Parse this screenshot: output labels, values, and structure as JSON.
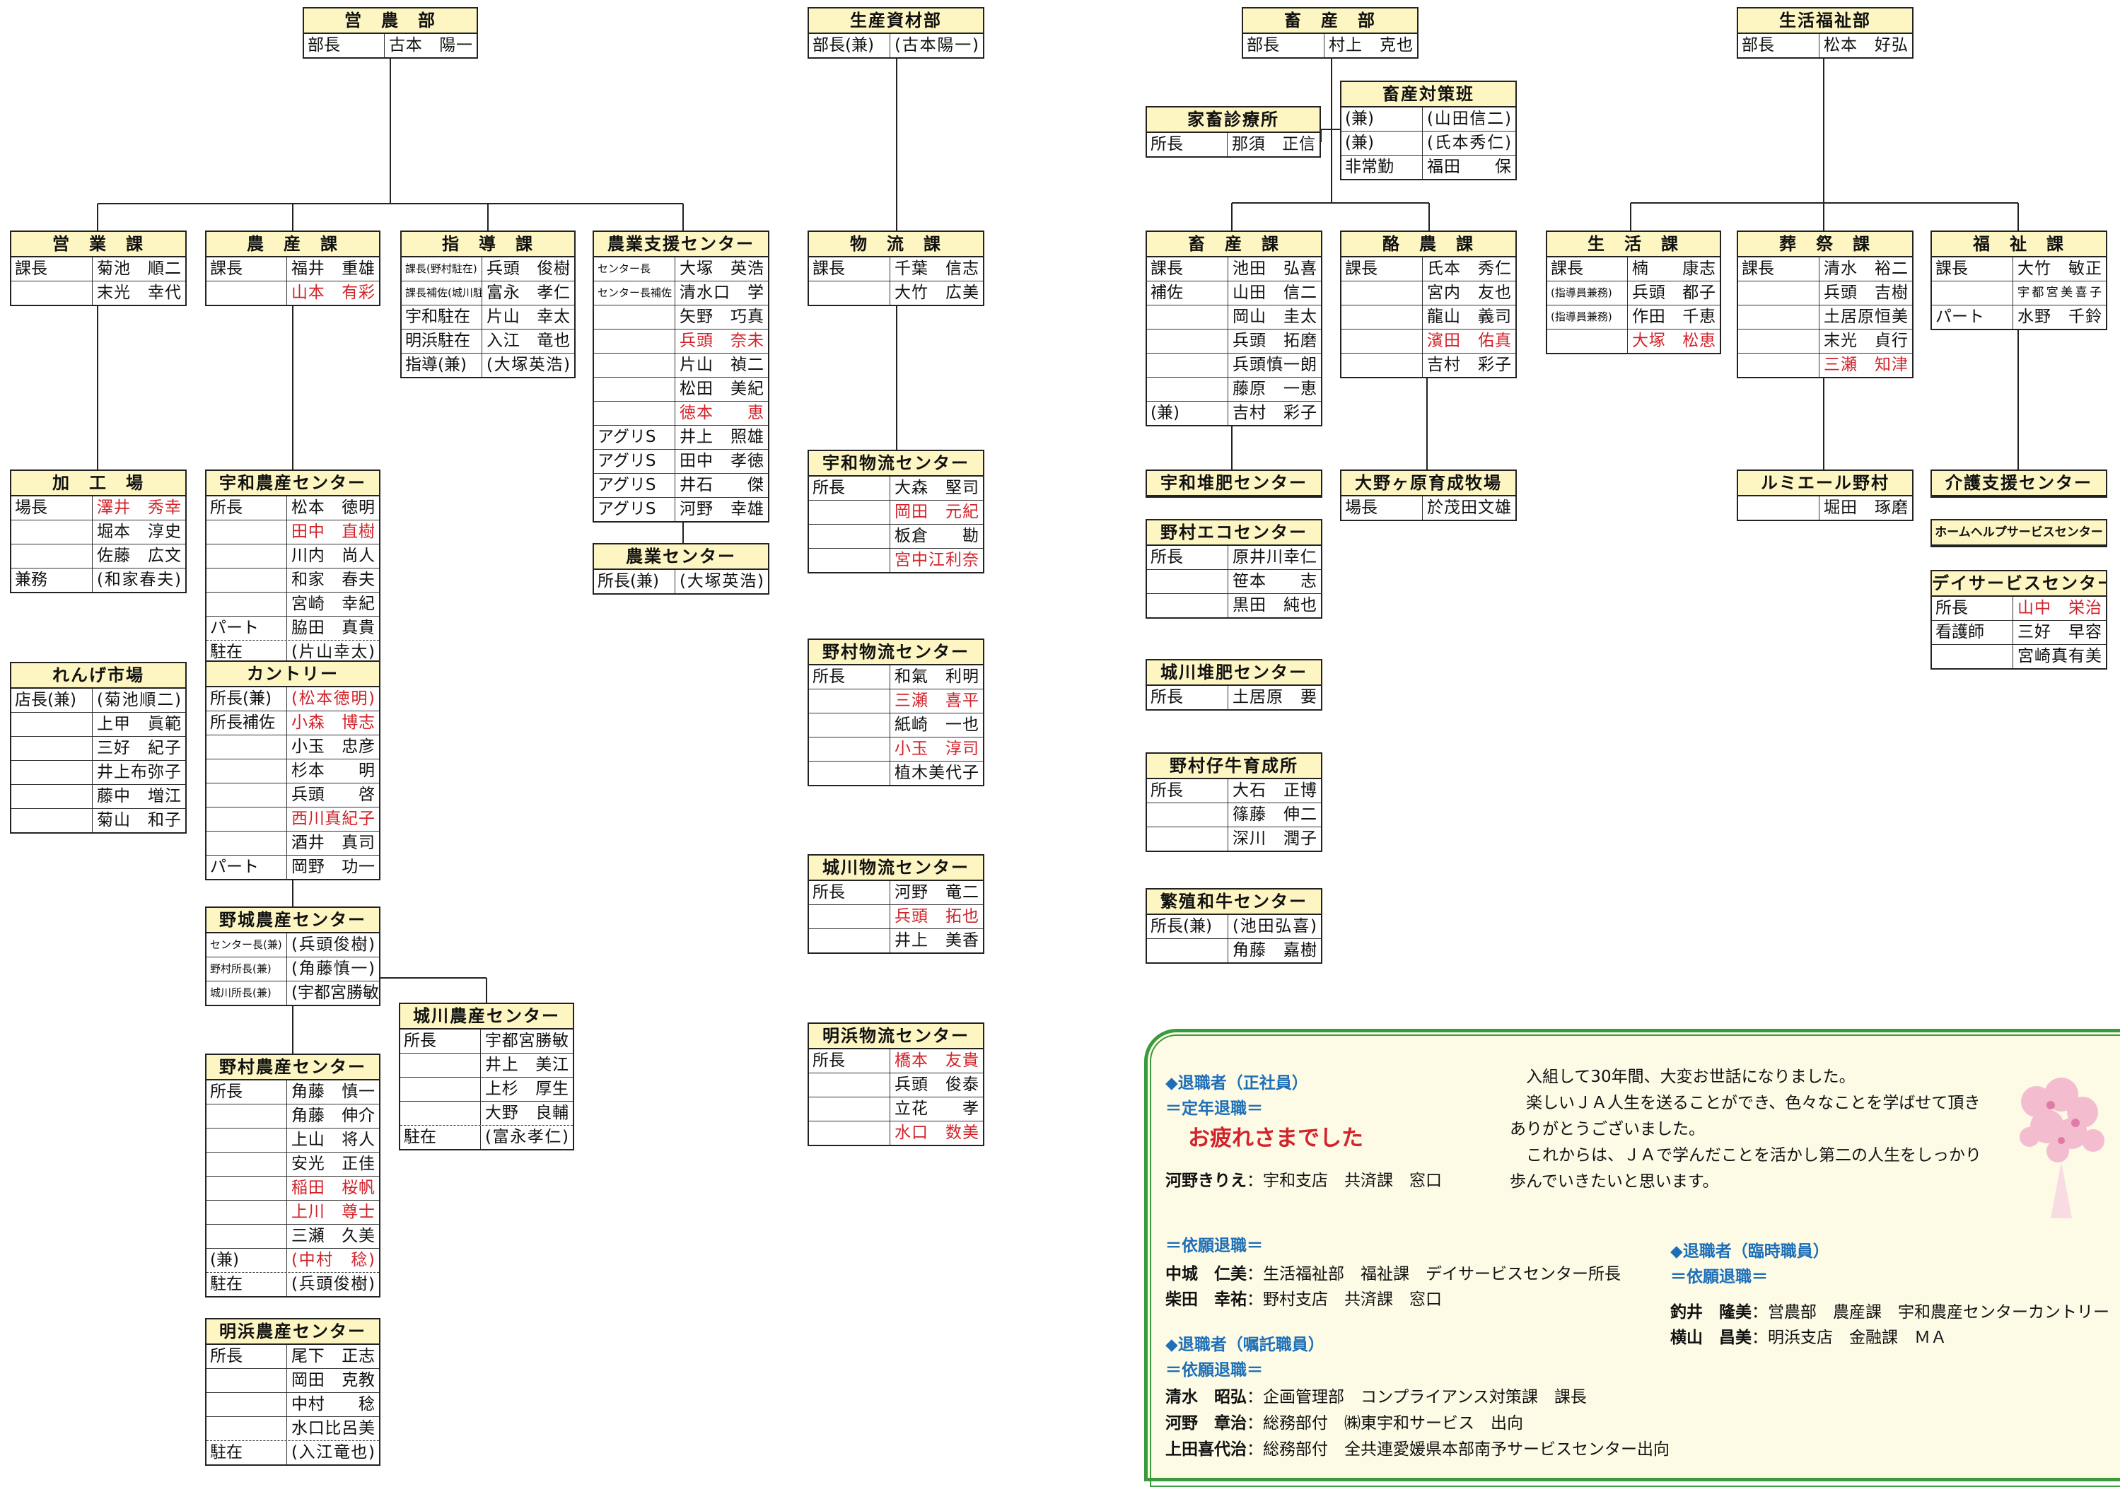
{
  "boxes": [
    {
      "id": "eino-bu",
      "title": "営　農　部",
      "rows": [
        [
          "部長",
          "古本　陽一"
        ]
      ]
    },
    {
      "id": "seisan-shizai-bu",
      "title": "生産資材部",
      "rows": [
        [
          "部長(兼)",
          "(古本陽一)"
        ]
      ]
    },
    {
      "id": "eigyo-ka",
      "title": "営　業　課",
      "rows": [
        [
          "課長",
          "菊池　順二"
        ],
        [
          "",
          "末光　幸代"
        ]
      ]
    },
    {
      "id": "nosan-ka",
      "title": "農　産　課",
      "rows": [
        [
          "課長",
          "福井　重雄"
        ],
        [
          "",
          "山本　有彩"
        ]
      ],
      "red": [
        1
      ]
    },
    {
      "id": "shido-ka",
      "title": "指　導　課",
      "rows": [
        [
          "課長(野村駐在)",
          "兵頭　俊樹"
        ],
        [
          "課長補佐(城川駐在)",
          "富永　孝仁"
        ],
        [
          "宇和駐在",
          "片山　幸太"
        ],
        [
          "明浜駐在",
          "入江　竜也"
        ],
        [
          "指導(兼)",
          "(大塚英浩)"
        ]
      ],
      "small": [
        0,
        1
      ]
    },
    {
      "id": "nogyo-shien-center",
      "title": "農業支援センター",
      "rows": [
        [
          "センター長",
          "大塚　英浩"
        ],
        [
          "センター長補佐",
          "清水口　学"
        ],
        [
          "",
          "矢野　巧真"
        ],
        [
          "",
          "兵頭　奈未"
        ],
        [
          "",
          "片山　禎二"
        ],
        [
          "",
          "松田　美紀"
        ],
        [
          "",
          "徳本　　恵"
        ],
        [
          "アグリS",
          "井上　照雄"
        ],
        [
          "アグリS",
          "田中　孝徳"
        ],
        [
          "アグリS",
          "井石　　傑"
        ],
        [
          "アグリS",
          "河野　幸雄"
        ]
      ],
      "red": [
        3,
        6
      ],
      "small": [
        0,
        1
      ]
    },
    {
      "id": "nogyo-center",
      "title": "農業センター",
      "rows": [
        [
          "所長(兼)",
          "(大塚英浩)"
        ]
      ]
    },
    {
      "id": "butsuryu-ka",
      "title": "物　流　課",
      "rows": [
        [
          "課長",
          "千葉　信志"
        ],
        [
          "",
          "大竹　広美"
        ]
      ]
    },
    {
      "id": "uwa-butsuryu",
      "title": "宇和物流センター",
      "rows": [
        [
          "所長",
          "大森　堅司"
        ],
        [
          "",
          "岡田　元紀"
        ],
        [
          "",
          "板倉　　勘"
        ],
        [
          "",
          "宮中江利奈"
        ]
      ],
      "red": [
        1,
        3
      ]
    },
    {
      "id": "nomura-butsuryu",
      "title": "野村物流センター",
      "rows": [
        [
          "所長",
          "和氣　利明"
        ],
        [
          "",
          "三瀬　喜平"
        ],
        [
          "",
          "紙崎　一也"
        ],
        [
          "",
          "小玉　淳司"
        ],
        [
          "",
          "植木美代子"
        ]
      ],
      "red": [
        1,
        3
      ]
    },
    {
      "id": "shirokawa-butsuryu",
      "title": "城川物流センター",
      "rows": [
        [
          "所長",
          "河野　竜二"
        ],
        [
          "",
          "兵頭　拓也"
        ],
        [
          "",
          "井上　美香"
        ]
      ],
      "red": [
        1
      ]
    },
    {
      "id": "akehama-butsuryu",
      "title": "明浜物流センター",
      "rows": [
        [
          "所長",
          "橋本　友貴"
        ],
        [
          "",
          "兵頭　俊泰"
        ],
        [
          "",
          "立花　　孝"
        ],
        [
          "",
          "水口　数美"
        ]
      ],
      "red": [
        0,
        3
      ]
    },
    {
      "id": "kakojo",
      "title": "加　工　場",
      "rows": [
        [
          "場長",
          "澤井　秀幸"
        ],
        [
          "",
          "堀本　淳史"
        ],
        [
          "",
          "佐藤　広文"
        ],
        [
          "兼務",
          "(和家春夫)"
        ]
      ],
      "red": [
        0
      ]
    },
    {
      "id": "renge-ichiba",
      "title": "れんげ市場",
      "rows": [
        [
          "店長(兼)",
          "(菊池順二)"
        ],
        [
          "",
          "上甲　眞範"
        ],
        [
          "",
          "三好　紀子"
        ],
        [
          "",
          "井上布弥子"
        ],
        [
          "",
          "藤中　増江"
        ],
        [
          "",
          "菊山　和子"
        ]
      ]
    },
    {
      "id": "uwa-nosan",
      "title": "宇和農産センター",
      "rows": [
        [
          "所長",
          "松本　徳明"
        ],
        [
          "",
          "田中　直樹"
        ],
        [
          "",
          "川内　尚人"
        ],
        [
          "",
          "和家　春夫"
        ],
        [
          "",
          "宮崎　幸紀"
        ],
        [
          "パート",
          "脇田　真貴"
        ],
        [
          "駐在",
          "(片山幸太)"
        ]
      ],
      "red": [
        1
      ],
      "dash": [
        6
      ]
    },
    {
      "id": "country",
      "title": "カントリー",
      "rows": [
        [
          "所長(兼)",
          "(松本徳明)"
        ],
        [
          "所長補佐",
          "小森　博志"
        ],
        [
          "",
          "小玉　忠彦"
        ],
        [
          "",
          "杉本　　明"
        ],
        [
          "",
          "兵頭　　啓"
        ],
        [
          "",
          "西川真紀子"
        ],
        [
          "",
          "酒井　真司"
        ],
        [
          "パート",
          "岡野　功一"
        ]
      ],
      "red": [
        0,
        1,
        5
      ]
    },
    {
      "id": "yashiro-nosan",
      "title": "野城農産センター",
      "rows": [
        [
          "センター長(兼)",
          "(兵頭俊樹)"
        ],
        [
          "野村所長(兼)",
          "(角藤慎一)"
        ],
        [
          "城川所長(兼)",
          "(宇都宮勝敏)"
        ]
      ],
      "small": [
        0,
        1,
        2
      ]
    },
    {
      "id": "shirokawa-nosan",
      "title": "城川農産センター",
      "rows": [
        [
          "所長",
          "宇都宮勝敏"
        ],
        [
          "",
          "井上　美江"
        ],
        [
          "",
          "上杉　厚生"
        ],
        [
          "",
          "大野　良輔"
        ],
        [
          "駐在",
          "(富永孝仁)"
        ]
      ],
      "dash": [
        4
      ]
    },
    {
      "id": "nomura-nosan",
      "title": "野村農産センター",
      "rows": [
        [
          "所長",
          "角藤　慎一"
        ],
        [
          "",
          "角藤　伸介"
        ],
        [
          "",
          "上山　将人"
        ],
        [
          "",
          "安光　正佳"
        ],
        [
          "",
          "稲田　桜帆"
        ],
        [
          "",
          "上川　尊士"
        ],
        [
          "",
          "三瀬　久美"
        ],
        [
          "(兼)",
          "(中村　稔)"
        ],
        [
          "駐在",
          "(兵頭俊樹)"
        ]
      ],
      "red": [
        4,
        5,
        7
      ],
      "dash": [
        8
      ]
    },
    {
      "id": "akehama-nosan",
      "title": "明浜農産センター",
      "rows": [
        [
          "所長",
          "尾下　正志"
        ],
        [
          "",
          "岡田　克教"
        ],
        [
          "",
          "中村　　稔"
        ],
        [
          "",
          "水口比呂美"
        ],
        [
          "駐在",
          "(入江竜也)"
        ]
      ],
      "dash": [
        4
      ]
    },
    {
      "id": "chikusan-bu",
      "title": "畜　産　部",
      "rows": [
        [
          "部長",
          "村上　克也"
        ]
      ]
    },
    {
      "id": "kachiku-shinryo",
      "title": "家畜診療所",
      "rows": [
        [
          "所長",
          "那須　正信"
        ]
      ]
    },
    {
      "id": "chikusan-taisaku",
      "title": "畜産対策班",
      "rows": [
        [
          "(兼)",
          "(山田信二)"
        ],
        [
          "(兼)",
          "(氏本秀仁)"
        ],
        [
          "非常勤",
          "福田　　保"
        ]
      ]
    },
    {
      "id": "chikusan-ka",
      "title": "畜　産　課",
      "rows": [
        [
          "課長",
          "池田　弘喜"
        ],
        [
          "補佐",
          "山田　信二"
        ],
        [
          "",
          "岡山　圭太"
        ],
        [
          "",
          "兵頭　拓磨"
        ],
        [
          "",
          "兵頭慎一朗"
        ],
        [
          "",
          "藤原　一恵"
        ],
        [
          "(兼)",
          "吉村　彩子"
        ]
      ]
    },
    {
      "id": "rakuno-ka",
      "title": "酪　農　課",
      "rows": [
        [
          "課長",
          "氏本　秀仁"
        ],
        [
          "",
          "宮内　友也"
        ],
        [
          "",
          "龍山　義司"
        ],
        [
          "",
          "濱田　佑真"
        ],
        [
          "",
          "吉村　彩子"
        ]
      ],
      "red": [
        3
      ]
    },
    {
      "id": "uwa-taihi",
      "title": "宇和堆肥センター",
      "rows": []
    },
    {
      "id": "onogahara",
      "title": "大野ヶ原育成牧場",
      "rows": [
        [
          "場長",
          "於茂田文雄"
        ]
      ]
    },
    {
      "id": "nomura-eco",
      "title": "野村エコセンター",
      "rows": [
        [
          "所長",
          "原井川幸仁"
        ],
        [
          "",
          "笹本　　志"
        ],
        [
          "",
          "黒田　純也"
        ]
      ]
    },
    {
      "id": "shirokawa-taihi",
      "title": "城川堆肥センター",
      "rows": [
        [
          "所長",
          "土居原　要"
        ]
      ]
    },
    {
      "id": "nomura-koushi",
      "title": "野村仔牛育成所",
      "rows": [
        [
          "所長",
          "大石　正博"
        ],
        [
          "",
          "篠藤　伸二"
        ],
        [
          "",
          "深川　潤子"
        ]
      ]
    },
    {
      "id": "hanshoku-wagyu",
      "title": "繁殖和牛センター",
      "rows": [
        [
          "所長(兼)",
          "(池田弘喜)"
        ],
        [
          "",
          "角藤　嘉樹"
        ]
      ]
    },
    {
      "id": "seikatsu-fukushi-bu",
      "title": "生活福祉部",
      "rows": [
        [
          "部長",
          "松本　好弘"
        ]
      ]
    },
    {
      "id": "seikatsu-ka",
      "title": "生　活　課",
      "rows": [
        [
          "課長",
          "楠　　康志"
        ],
        [
          "(指導員兼務)",
          "兵頭　都子"
        ],
        [
          "(指導員兼務)",
          "作田　千恵"
        ],
        [
          "",
          "大塚　松恵"
        ]
      ],
      "red": [
        3
      ],
      "small": [
        1,
        2
      ]
    },
    {
      "id": "sosai-ka",
      "title": "葬　祭　課",
      "rows": [
        [
          "課長",
          "清水　裕二"
        ],
        [
          "",
          "兵頭　吉樹"
        ],
        [
          "",
          "土居原恒美"
        ],
        [
          "",
          "末光　貞行"
        ],
        [
          "",
          "三瀬　知津"
        ]
      ],
      "red": [
        4
      ]
    },
    {
      "id": "fukushi-ka",
      "title": "福　祉　課",
      "rows": [
        [
          "課長",
          "大竹　敏正"
        ],
        [
          "",
          "宇都宮美喜子"
        ],
        [
          "パート",
          "水野　千鈴"
        ]
      ],
      "small2": [
        1
      ]
    },
    {
      "id": "lumiere",
      "title": "ルミエール野村",
      "rows": [
        [
          "",
          "堀田　琢磨"
        ]
      ]
    },
    {
      "id": "kaigo-shien",
      "title": "介護支援センター",
      "rows": []
    },
    {
      "id": "homehelp",
      "title": "ホームヘルプサービスセンター",
      "rows": [],
      "smallhdr": true
    },
    {
      "id": "dayservice",
      "title": "デイサービスセンター",
      "rows": [
        [
          "所長",
          "山中　栄治"
        ],
        [
          "看護師",
          "三好　早容"
        ],
        [
          "",
          "宮崎真有美"
        ]
      ],
      "red": [
        0
      ]
    }
  ],
  "notice": {
    "regular_heading": "◆退職者（正社員）",
    "teinen_heading": "＝定年退職＝",
    "tired_text": "お疲れさまでした",
    "kono_name": "河野きりえ",
    "kono_dept": "：宇和支店　共済課　窓口",
    "message": [
      "　入組して30年間、大変お世話になりました。",
      "　楽しいＪＡ人生を送ることができ、色々なことを学ばせて頂き",
      "ありがとうございました。",
      "　これからは、ＪＡで学んだことを活かし第二の人生をしっかり",
      "歩んでいきたいと思います。"
    ],
    "irai_heading": "＝依願退職＝",
    "nakajo_name": "中城　仁美",
    "nakajo_dept": "：生活福祉部　福祉課　デイサービスセンター所長",
    "shibata_name": "柴田　幸祐",
    "shibata_dept": "：野村支店　共済課　窓口",
    "shokutaku_heading": "◆退職者（嘱託職員）",
    "irai_heading2": "＝依願退職＝",
    "shimizu_name": "清水　昭弘",
    "shimizu_dept": "：企画管理部　コンプライアンス対策課　課長",
    "kono2_name": "河野　章治",
    "kono2_dept": "：総務部付　㈱東宇和サービス　出向",
    "ueda_name": "上田喜代治",
    "ueda_dept": "：総務部付　全共連愛媛県本部南予サービスセンター出向",
    "rinji_heading": "◆退職者（臨時職員）",
    "irai_heading3": "＝依願退職＝",
    "tsurii_name": "釣井　隆美",
    "tsurii_dept": "：営農部　農産課　宇和農産センターカントリー",
    "yokoyama_name": "横山　昌美",
    "yokoyama_dept": "：明浜支店　金融課　ＭＡ"
  }
}
